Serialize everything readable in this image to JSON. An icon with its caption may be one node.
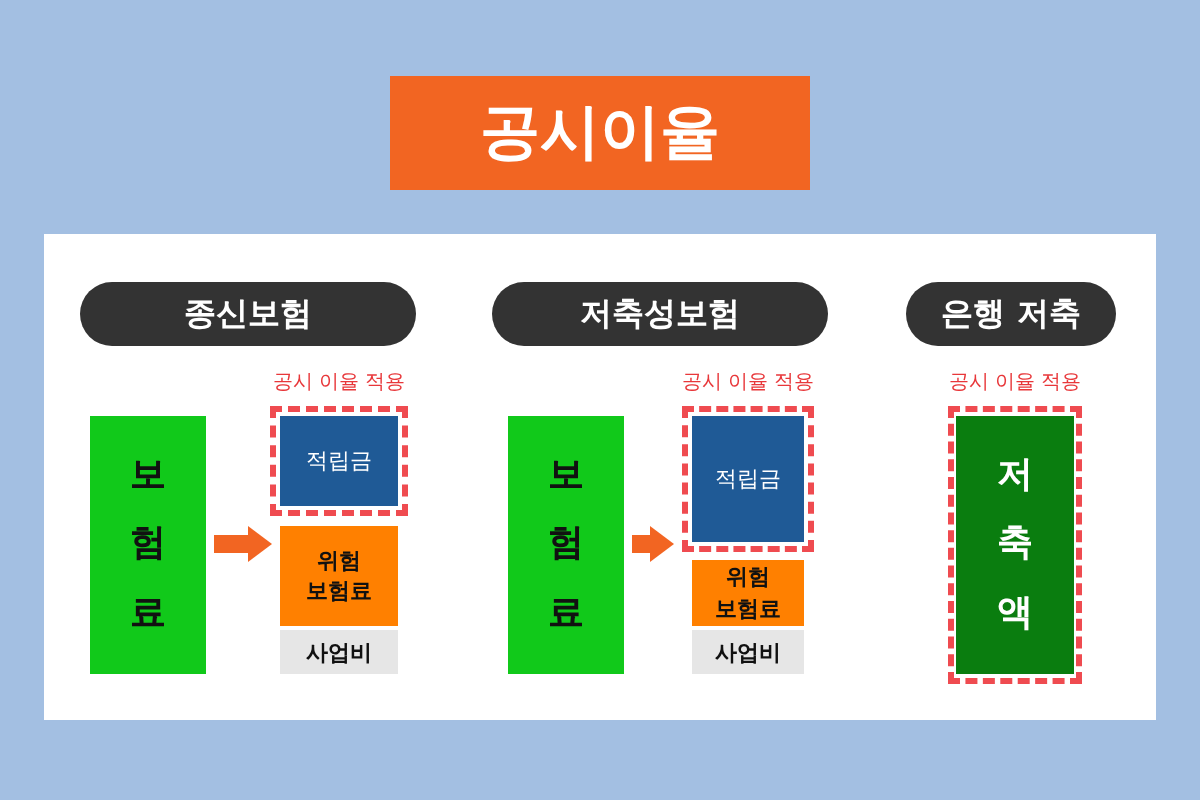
{
  "diagram": {
    "title": "공시이율",
    "nodes": [
      {
        "text": [
          "종신보험"
        ]
      },
      {
        "text": [
          "보험료"
        ]
      },
      {
        "text": [],
        "shape": "box",
        "beside": [
          "공시 이율 적용"
        ]
      },
      {
        "text": [
          "적립금"
        ],
        "in": 2
      },
      {
        "text": [
          "위험 보험료"
        ]
      },
      {
        "text": [
          "사업비"
        ]
      },
      {
        "text": [
          "저축성보험"
        ]
      },
      {
        "text": [
          "보험료"
        ]
      },
      {
        "text": [],
        "shape": "box",
        "beside": [
          "공시 이율 적용"
        ]
      },
      {
        "text": [
          "적립금"
        ],
        "in": 8
      },
      {
        "text": [
          "위험 보험료"
        ]
      },
      {
        "text": [
          "사업비"
        ]
      },
      {
        "text": [
          "은행 저축"
        ]
      },
      {
        "text": [],
        "shape": "box",
        "beside": [
          "공시 이율 적용"
        ]
      },
      {
        "text": [
          "저축액"
        ],
        "in": 13
      }
    ],
    "edges": [
      {
        "from": 1,
        "to": 4,
        "arrow": "to"
      },
      {
        "from": 7,
        "to": 8,
        "arrow": "to"
      }
    ]
  }
}
